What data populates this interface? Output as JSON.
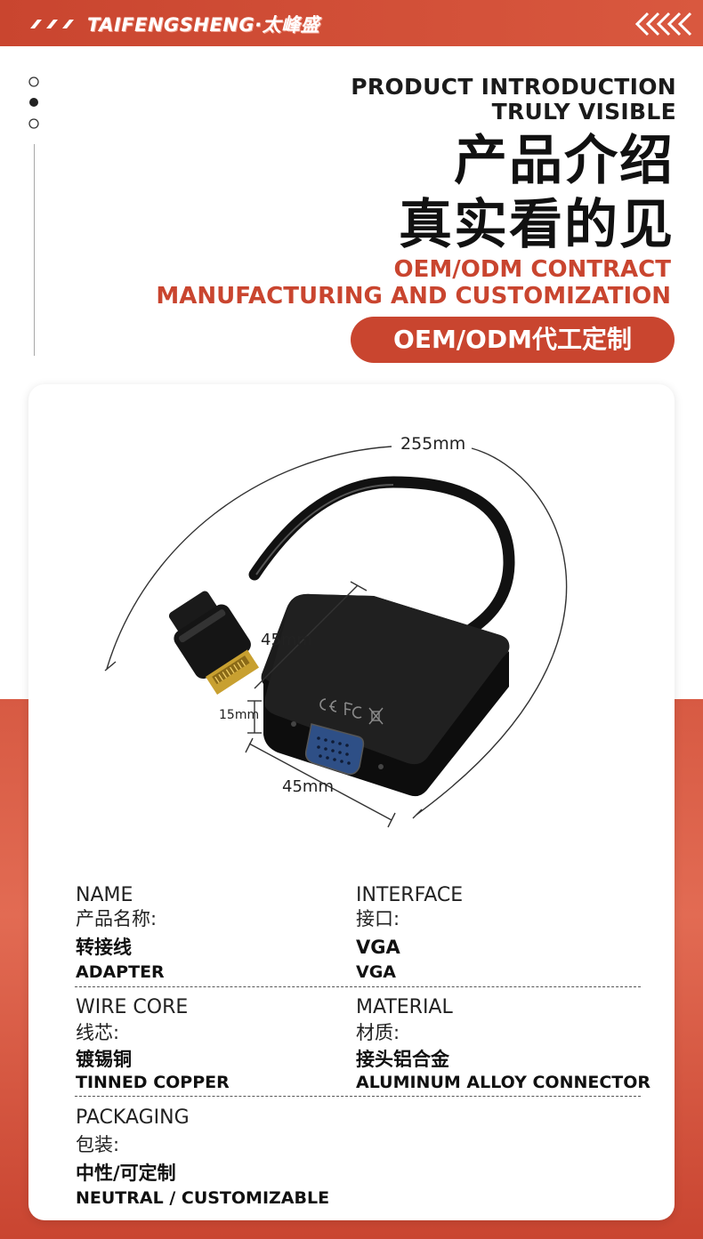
{
  "header": {
    "brand": "TAIFENGSHENG·太峰盛",
    "title_en_1": "PRODUCT INTRODUCTION",
    "title_en_2": "TRULY VISIBLE",
    "title_cn_1": "产品介绍",
    "title_cn_2": "真实看的见",
    "oem_en_1": "OEM/ODM CONTRACT",
    "oem_en_2": "MANUFACTURING AND CUSTOMIZATION",
    "oem_pill": "OEM/ODM代工定制"
  },
  "colors": {
    "accent": "#c9452f",
    "text": "#111111"
  },
  "product": {
    "icons": [
      "hdmi-connector-icon",
      "vga-connector-icon",
      "ce-mark-icon",
      "fcc-mark-icon",
      "weee-mark-icon"
    ],
    "dimensions": {
      "cable_length": "255mm",
      "width": "45mm",
      "thickness": "15mm",
      "depth": "45mm"
    }
  },
  "specs": [
    {
      "label_en": "NAME",
      "label_cn": "产品名称:",
      "value_cn": "转接线",
      "value_en": "ADAPTER"
    },
    {
      "label_en": "INTERFACE",
      "label_cn": "接口:",
      "value_cn": "VGA",
      "value_en": "VGA"
    },
    {
      "label_en": "WIRE CORE",
      "label_cn": "线芯:",
      "value_cn": "镀锡铜",
      "value_en": "TINNED COPPER"
    },
    {
      "label_en": "MATERIAL",
      "label_cn": "材质:",
      "value_cn": "接头铝合金",
      "value_en": "ALUMINUM ALLOY CONNECTOR"
    },
    {
      "label_en": "PACKAGING",
      "label_cn": "包装:",
      "value_cn": "中性/可定制",
      "value_en": "NEUTRAL / CUSTOMIZABLE"
    }
  ]
}
